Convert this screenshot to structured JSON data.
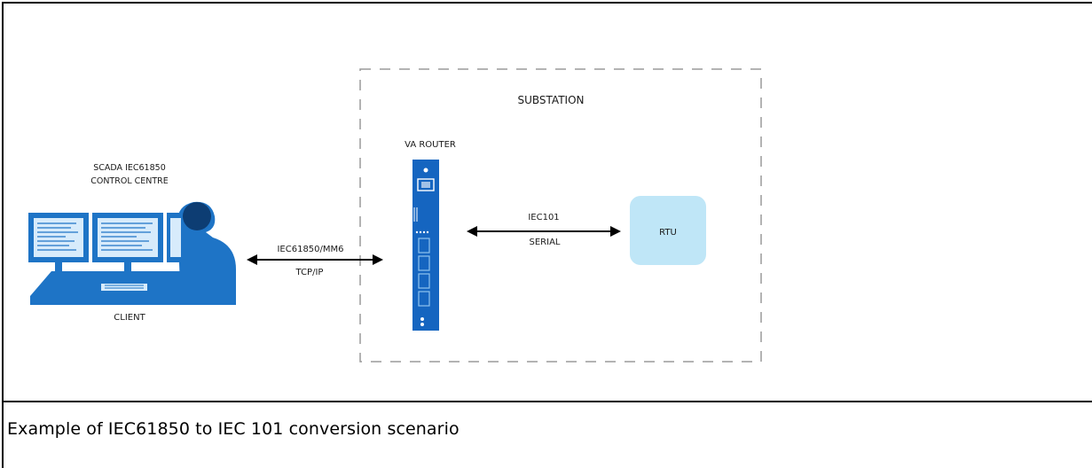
{
  "diagram": {
    "substation_label": "SUBSTATION",
    "router_label": "VA ROUTER",
    "control_centre_line1": "SCADA IEC61850",
    "control_centre_line2": "CONTROL CENTRE",
    "client_label": "CLIENT",
    "link_left_top": "IEC61850/MM6",
    "link_left_bottom": "TCP/IP",
    "link_right_top": "IEC101",
    "link_right_bottom": "SERIAL",
    "rtu_label": "RTU",
    "colors": {
      "router_blue": "#1565c0",
      "rtu_fill": "#bfe6f7",
      "monitor_blue": "#1e74c6",
      "dash_gray": "#9a9a9a"
    }
  },
  "caption": {
    "text": "Example of IEC61850 to IEC 101 conversion scenario"
  }
}
